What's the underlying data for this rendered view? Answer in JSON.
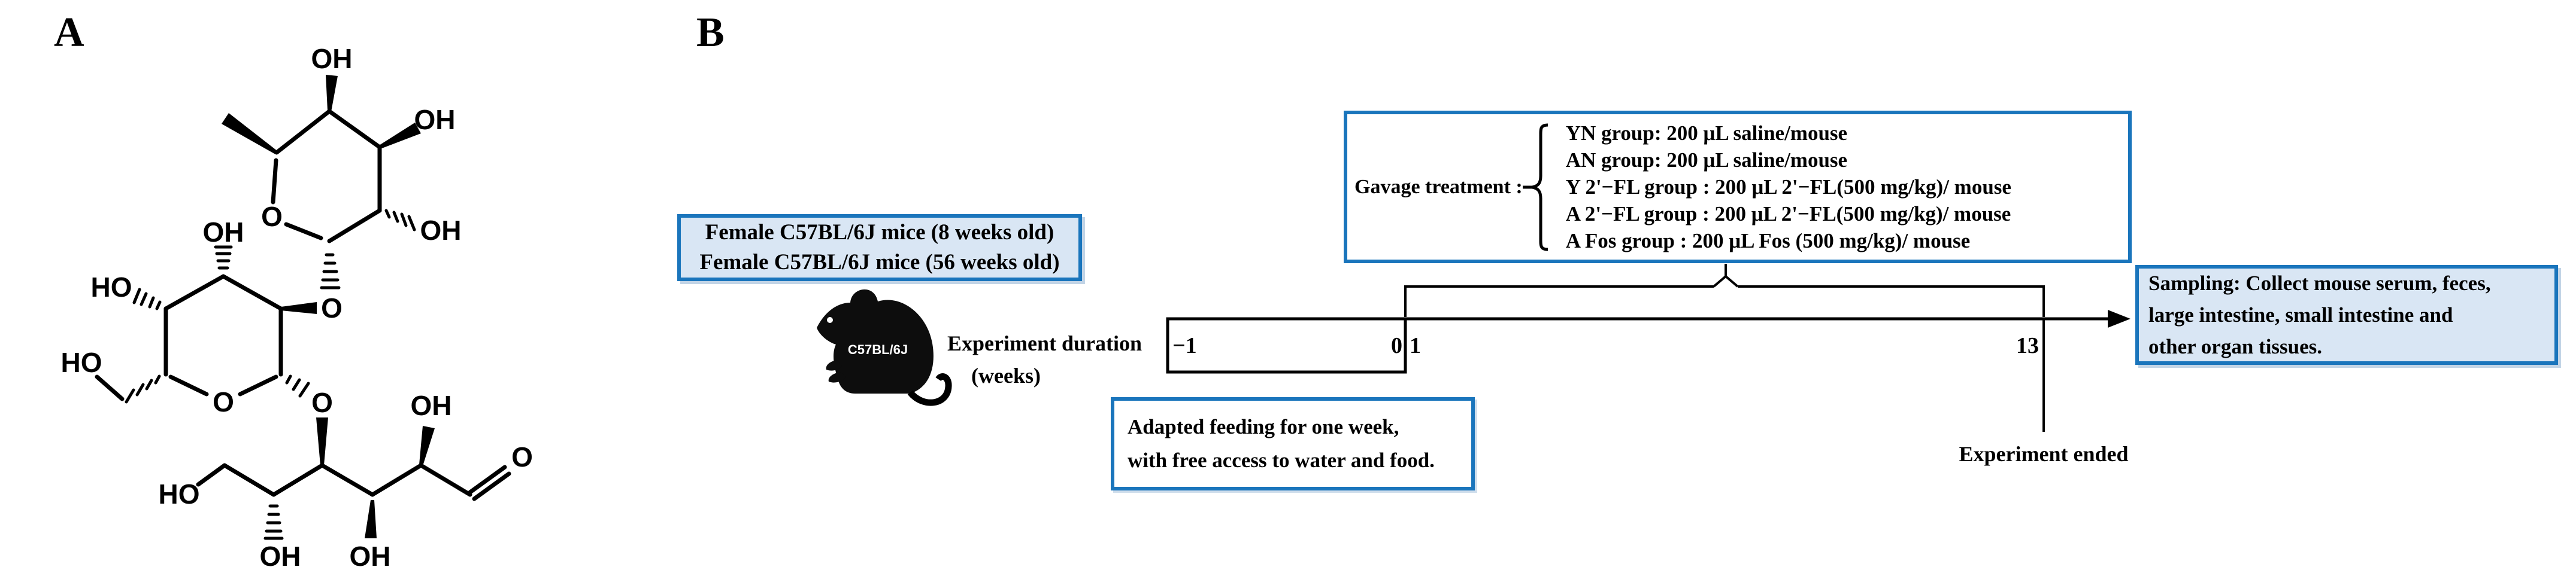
{
  "panels": {
    "a_label": "A",
    "b_label": "B"
  },
  "molecule": {
    "name": "2'-fucosyllactose structure",
    "labels": [
      {
        "t": "OH"
      },
      {
        "t": "OH"
      },
      {
        "t": "OH"
      },
      {
        "t": "O"
      },
      {
        "t": "OH"
      },
      {
        "t": "HO"
      },
      {
        "t": "HO"
      },
      {
        "t": "O"
      },
      {
        "t": "O"
      },
      {
        "t": "O"
      },
      {
        "t": "HO"
      },
      {
        "t": "OH"
      },
      {
        "t": "OH"
      },
      {
        "t": "OH"
      },
      {
        "t": "O"
      }
    ]
  },
  "mice_box": {
    "line1": "Female C57BL/6J mice (8 weeks old)",
    "line2": "Female C57BL/6J mice (56 weeks old)"
  },
  "mouse": {
    "strain_label": "C57BL/6J"
  },
  "gavage": {
    "label": "Gavage treatment : ",
    "groups": [
      "YN group: 200 μL saline/mouse",
      "AN group: 200 μL saline/mouse",
      "Y 2'−FL group : 200 μL 2'−FL(500 mg/kg)/ mouse",
      "A 2'−FL group : 200 μL 2'−FL(500 mg/kg)/ mouse",
      "A Fos group : 200 μL Fos (500 mg/kg)/ mouse"
    ]
  },
  "timeline": {
    "axis_label_line1": "Experiment duration",
    "axis_label_line2": "(weeks)",
    "ticks": [
      "−1",
      "0",
      "1",
      "13"
    ]
  },
  "adapted_box": {
    "line1": "Adapted feeding for one week,",
    "line2": "with free access to water and food."
  },
  "sampling_box": {
    "line1": "Sampling: Collect mouse serum, feces,",
    "line2": "large intestine, small intestine and",
    "line3": "other organ tissues."
  },
  "experiment_ended": "Experiment ended",
  "colors": {
    "box_border": "#1a75bc",
    "box_fill": "#d9e6f4"
  }
}
